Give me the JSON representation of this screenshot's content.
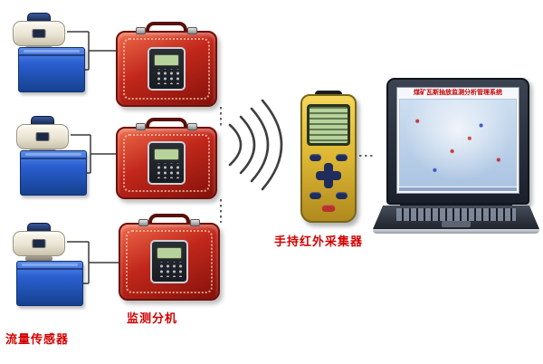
{
  "labels": {
    "flow_sensor": "流量传感器",
    "monitor_unit": "监测分机",
    "handheld_collector": "手持红外采集器"
  },
  "laptop": {
    "screen_title": "煤矿瓦斯抽放监测分析管理系统"
  },
  "icons": {
    "wireless_signal": "signal-arcs"
  },
  "colors": {
    "label_text": "#d40000",
    "case_red": "#c1271b",
    "box_blue": "#2a5fd0",
    "handheld_yellow": "#e0ba35",
    "lcd_green": "#b7d29a",
    "laptop_screen_blue": "#cfe0f2"
  }
}
